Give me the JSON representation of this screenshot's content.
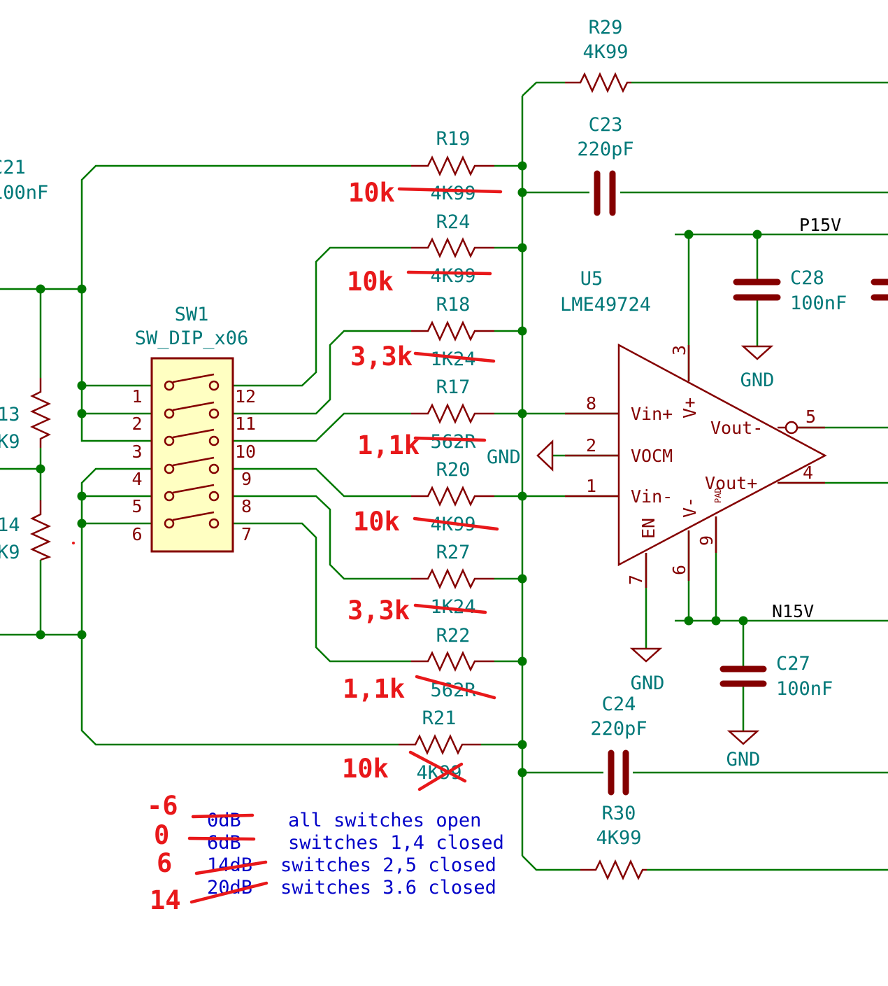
{
  "components": {
    "R29": {
      "ref": "R29",
      "value": "4K99"
    },
    "C23": {
      "ref": "C23",
      "value": "220pF"
    },
    "R19": {
      "ref": "R19",
      "value": "4K99",
      "new_value": "10k"
    },
    "R24": {
      "ref": "R24",
      "value": "4K99",
      "new_value": "10k"
    },
    "R18": {
      "ref": "R18",
      "value": "1K24",
      "new_value": "3,3k"
    },
    "R17": {
      "ref": "R17",
      "value": "562R",
      "new_value": "1,1k"
    },
    "R20": {
      "ref": "R20",
      "value": "4K99",
      "new_value": "10k"
    },
    "R27": {
      "ref": "R27",
      "value": "1K24",
      "new_value": "3,3k"
    },
    "R22": {
      "ref": "R22",
      "value": "562R",
      "new_value": "1,1k"
    },
    "R21": {
      "ref": "R21",
      "value": "4K99",
      "new_value": "10k"
    },
    "C24": {
      "ref": "C24",
      "value": "220pF"
    },
    "R30": {
      "ref": "R30",
      "value": "4K99"
    },
    "C28": {
      "ref": "C28",
      "value": "100nF"
    },
    "C27": {
      "ref": "C27",
      "value": "100nF"
    },
    "C21": {
      "ref": "C21",
      "value": "100nF"
    },
    "R13": {
      "ref": "13",
      "value": "K9"
    },
    "R14": {
      "ref": "14",
      "value": "K9"
    },
    "SW1": {
      "ref": "SW1",
      "value": "SW_DIP_x06",
      "left_pins": [
        "1",
        "2",
        "3",
        "4",
        "5",
        "6"
      ],
      "right_pins": [
        "12",
        "11",
        "10",
        "9",
        "8",
        "7"
      ]
    },
    "U5": {
      "ref": "U5",
      "value": "LME49724",
      "pins": {
        "vin_plus": "Vin+",
        "v_plus": "V+",
        "vout_minus": "Vout-",
        "vocm": "VOCM",
        "vin_minus": "Vin-",
        "vout_plus": "Vout+",
        "en": "EN",
        "v_minus": "V-",
        "pad": "PAD"
      },
      "pin_numbers": {
        "p1": "1",
        "p2": "2",
        "p3": "3",
        "p4": "4",
        "p5": "5",
        "p6": "6",
        "p7": "7",
        "p8": "8",
        "p9": "9"
      }
    }
  },
  "nets": {
    "p15v": "P15V",
    "n15v": "N15V",
    "gnd": "GND"
  },
  "gain_table": [
    {
      "old": "0dB",
      "new": "-6",
      "desc": "all switches open"
    },
    {
      "old": "6dB",
      "new": "0",
      "desc": "switches 1,4 closed"
    },
    {
      "old": "14dB",
      "new": "6",
      "desc": "switches 2,5 closed"
    },
    {
      "old": "20dB",
      "new": "14",
      "desc": "switches 3.6 closed"
    }
  ],
  "colors": {
    "wire": "#007800",
    "part": "#840000",
    "label": "#007878",
    "annotation": "#e8181a",
    "note": "#0000c8",
    "switch_body": "#ffffc2"
  }
}
